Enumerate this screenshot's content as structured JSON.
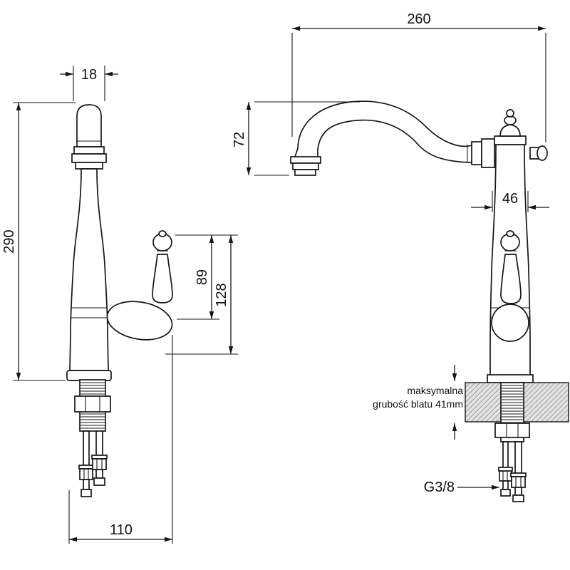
{
  "views": {
    "front": {
      "dims": {
        "spout_tip_width": "18",
        "total_height": "290",
        "handle_height": "89",
        "handle_total_height": "128",
        "base_width": "110"
      }
    },
    "side": {
      "dims": {
        "spout_reach": "260",
        "spout_drop": "72",
        "body_width": "46"
      },
      "countertop_note": {
        "line1": "maksymalna",
        "line2": "grubość blatu 41mm"
      },
      "thread_label": "G3/8"
    }
  }
}
